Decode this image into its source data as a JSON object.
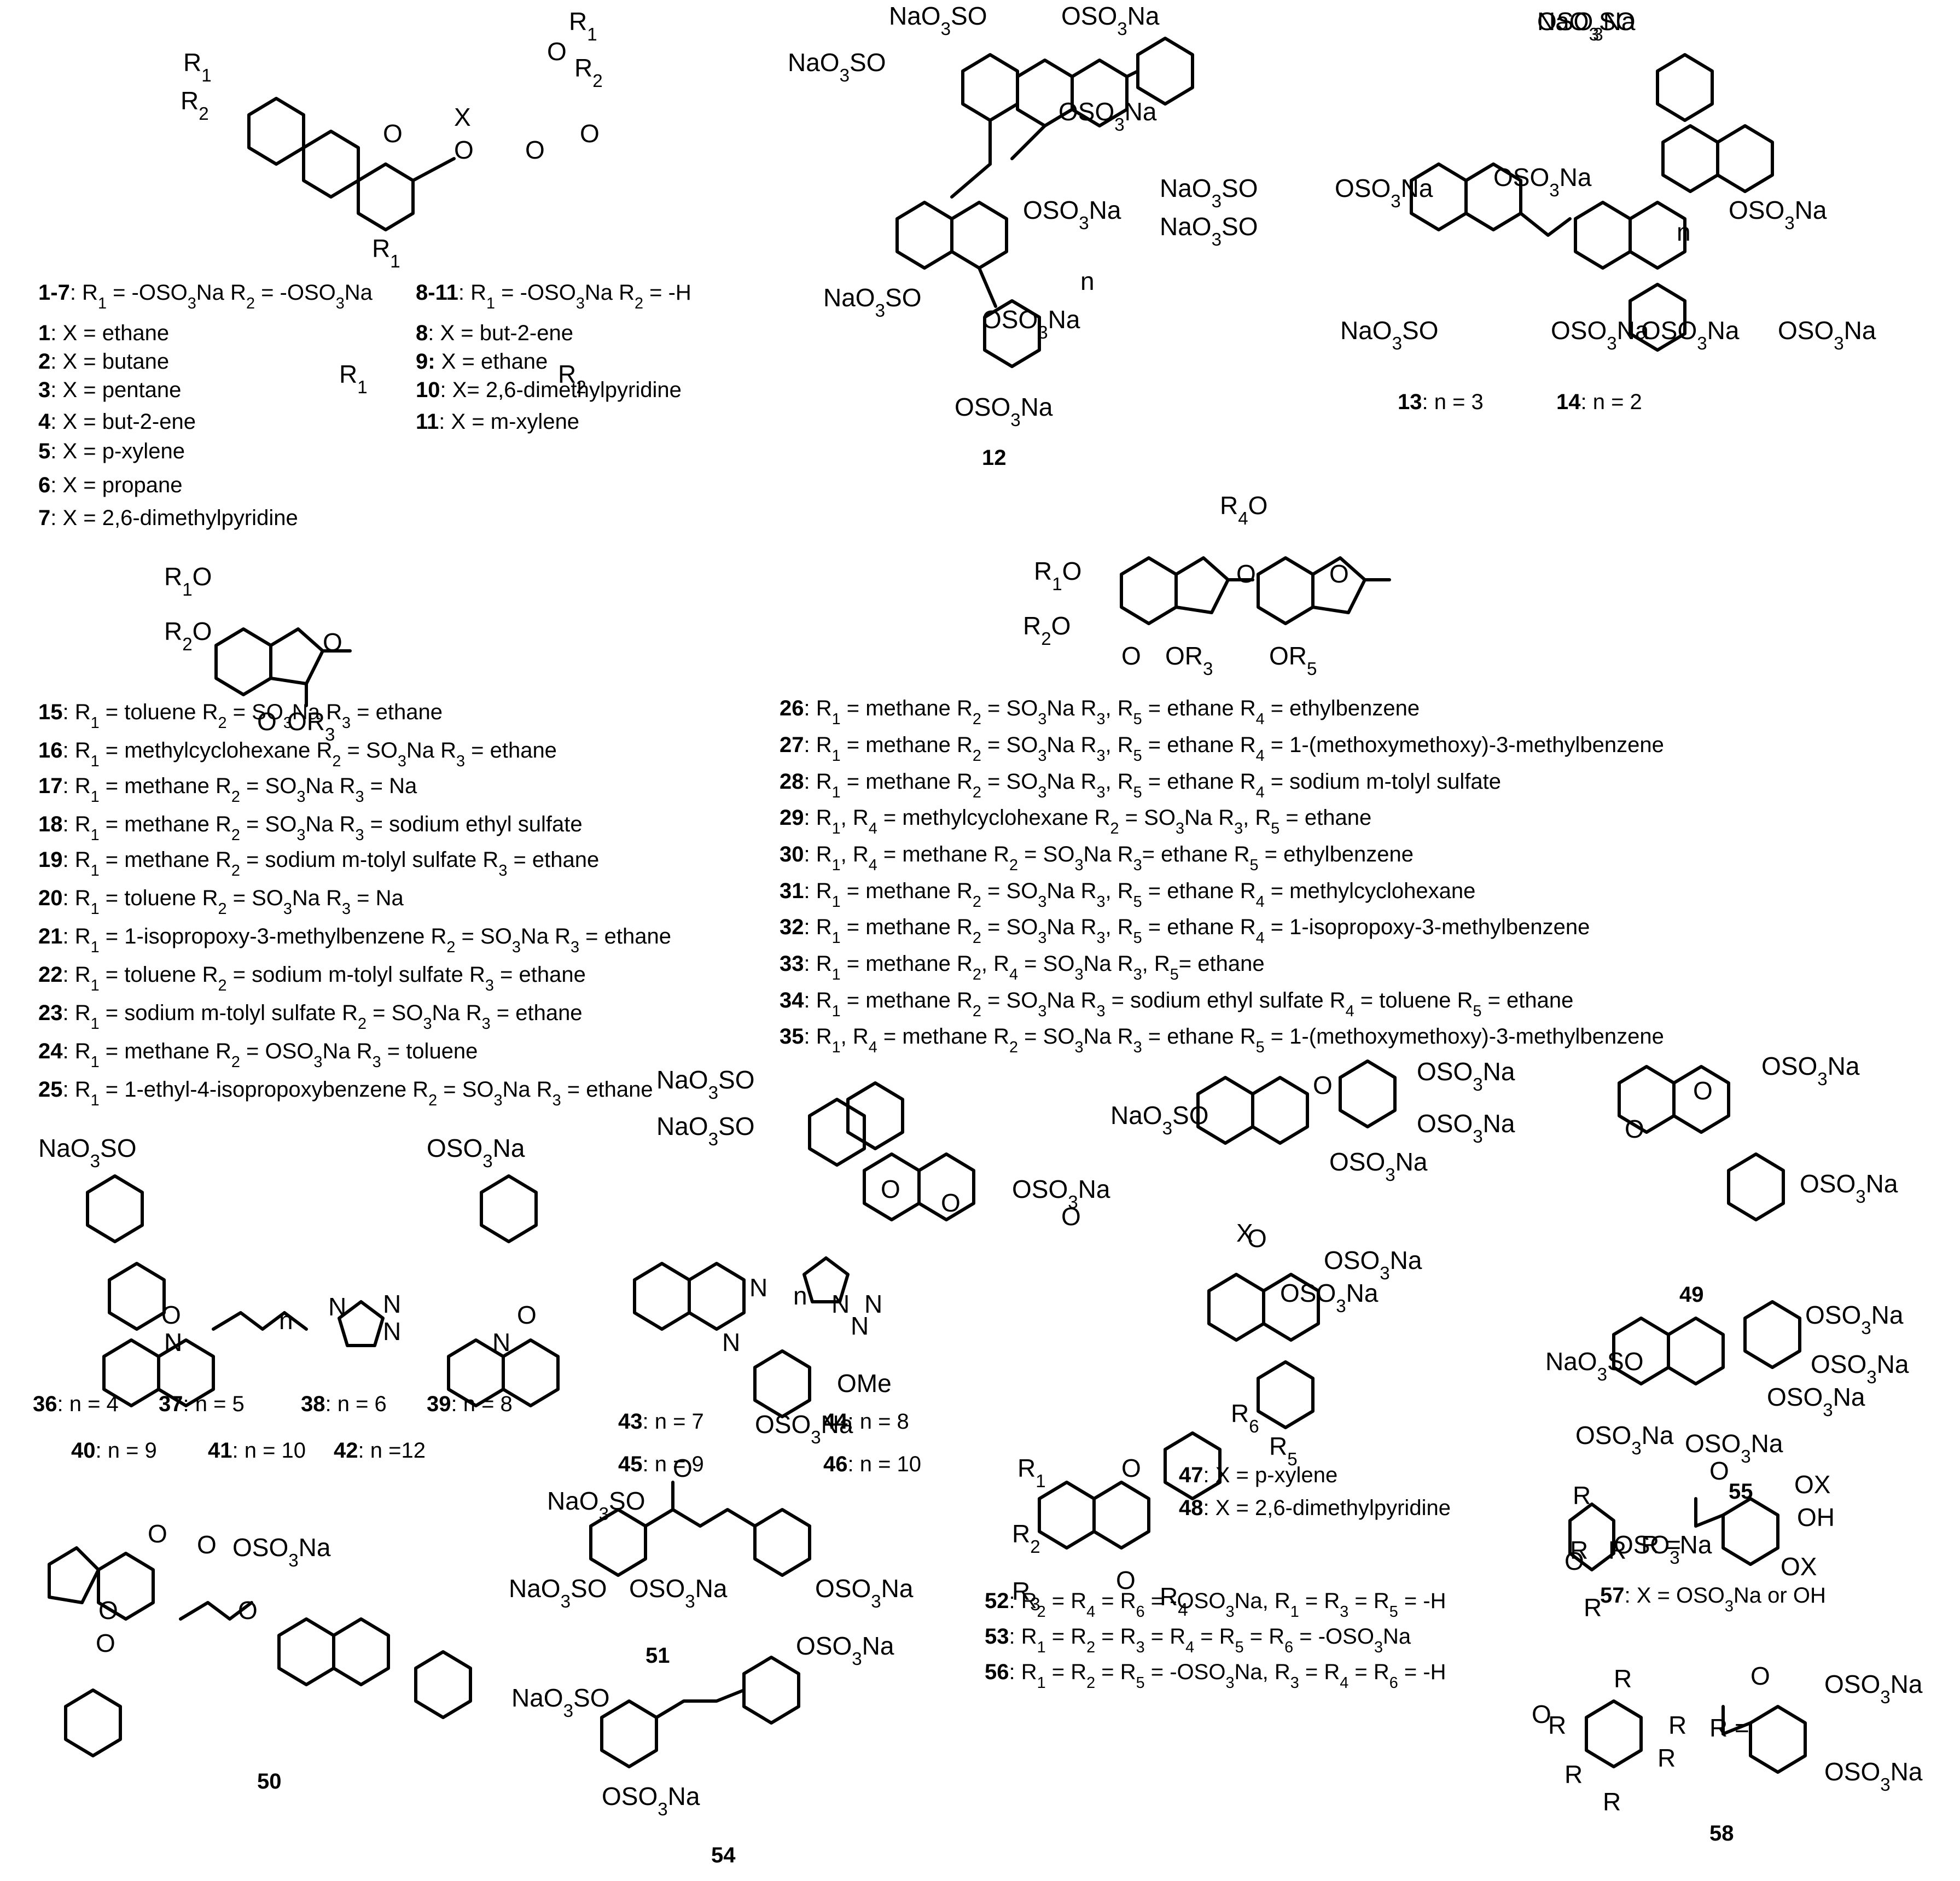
{
  "figure": {
    "caps_a": [
      {
        "num": "1-7",
        "rest": ": R1 = -OSO3Na R2 = -OSO3Na"
      },
      {
        "num": "1",
        "rest": ": X = ethane"
      },
      {
        "num": "2",
        "rest": ": X = butane"
      },
      {
        "num": "3",
        "rest": ": X = pentane"
      },
      {
        "num": "4",
        "rest": ": X = but-2-ene"
      },
      {
        "num": "5",
        "rest": ": X = p-xylene"
      },
      {
        "num": "6",
        "rest": ": X = propane"
      },
      {
        "num": "7",
        "rest": ": X = 2,6-dimethylpyridine"
      },
      {
        "num": "8-11",
        "rest": ": R1 = -OSO3Na R2 = -H"
      },
      {
        "num": "8",
        "rest": ": X = but-2-ene"
      },
      {
        "num": "9:",
        "rest": " X = ethane"
      },
      {
        "num": "10",
        "rest": ": X= 2,6-dimethylpyridine"
      },
      {
        "num": "11",
        "rest": ": X = m-xylene"
      },
      {
        "num": "12",
        "rest": ""
      },
      {
        "num": "13",
        "rest": ": n = 3"
      },
      {
        "num": "14",
        "rest": ": n = 2"
      }
    ],
    "caps_b": [
      {
        "num": "15",
        "rest": ": R1 = toluene  R2 = SO3Na  R3 = ethane"
      },
      {
        "num": "16",
        "rest": ": R1 = methylcyclohexane  R2 = SO3Na  R3 = ethane"
      },
      {
        "num": "17",
        "rest": ": R1 = methane  R2 = SO3Na  R3 = Na"
      },
      {
        "num": "18",
        "rest": ": R1 = methane  R2 = SO3Na  R3 = sodium ethyl sulfate"
      },
      {
        "num": "19",
        "rest": ": R1 = methane  R2 = sodium m-tolyl sulfate  R3 = ethane"
      },
      {
        "num": "20",
        "rest": ": R1 = toluene  R2 = SO3Na  R3 = Na"
      },
      {
        "num": "21",
        "rest": ": R1 = 1-isopropoxy-3-methylbenzene  R2 = SO3Na  R3 = ethane"
      },
      {
        "num": "22",
        "rest": ": R1 = toluene  R2 = sodium m-tolyl sulfate  R3 = ethane"
      },
      {
        "num": "23",
        "rest": ": R1 = sodium m-tolyl sulfate  R2 = SO3Na  R3 = ethane"
      },
      {
        "num": "24",
        "rest": ": R1 = methane  R2 = OSO3Na  R3 = toluene"
      },
      {
        "num": "25",
        "rest": ": R1 = 1-ethyl-4-isopropoxybenzene  R2 = SO3Na  R3 = ethane"
      }
    ],
    "caps_c": [
      {
        "num": "26",
        "rest": ": R1 = methane  R2 = SO3Na  R3, R5 = ethane  R4 = ethylbenzene"
      },
      {
        "num": "27",
        "rest": ": R1 = methane  R2 = SO3Na  R3, R5 = ethane  R4 = 1-(methoxymethoxy)-3-methylbenzene"
      },
      {
        "num": "28",
        "rest": ": R1 = methane  R2 = SO3Na  R3, R5 = ethane  R4 = sodium m-tolyl sulfate"
      },
      {
        "num": "29",
        "rest": ": R1, R4 = methylcyclohexane  R2 = SO3Na  R3, R5 = ethane"
      },
      {
        "num": "30",
        "rest": ": R1, R4 = methane  R2 = SO3Na  R3= ethane  R5 = ethylbenzene"
      },
      {
        "num": "31",
        "rest": ": R1 = methane  R2 = SO3Na  R3, R5 = ethane  R4 = methylcyclohexane"
      },
      {
        "num": "32",
        "rest": ": R1 = methane  R2 = SO3Na  R3, R5 = ethane  R4 = 1-isopropoxy-3-methylbenzene"
      },
      {
        "num": "33",
        "rest": ": R1 = methane  R2, R4 = SO3Na  R3, R5= ethane"
      },
      {
        "num": "34",
        "rest": ": R1 = methane  R2 = SO3Na  R3 = sodium ethyl sulfate  R4 = toluene  R5 = ethane"
      },
      {
        "num": "35",
        "rest": ": R1, R4 = methane  R2 = SO3Na  R3 = ethane  R5 = 1-(methoxymethoxy)-3-methylbenzene"
      }
    ],
    "caps_d": [
      {
        "num": "36",
        "rest": ": n = 4"
      },
      {
        "num": "37",
        "rest": ": n = 5"
      },
      {
        "num": "38",
        "rest": ": n = 6"
      },
      {
        "num": "39",
        "rest": ": n = 8"
      },
      {
        "num": "40",
        "rest": ": n = 9"
      },
      {
        "num": "41",
        "rest": ": n = 10"
      },
      {
        "num": "42",
        "rest": ": n =12"
      },
      {
        "num": "43",
        "rest": ": n = 7"
      },
      {
        "num": "44",
        "rest": ": n = 8"
      },
      {
        "num": "45",
        "rest": ": n = 9"
      },
      {
        "num": "46",
        "rest": ": n = 10"
      },
      {
        "num": "47",
        "rest": ": X = p-xylene"
      },
      {
        "num": "48",
        "rest": ": X = 2,6-dimethylpyridine"
      },
      {
        "num": "49",
        "rest": ""
      },
      {
        "num": "55",
        "rest": ""
      },
      {
        "num": "50",
        "rest": ""
      },
      {
        "num": "51",
        "rest": ""
      },
      {
        "num": "54",
        "rest": ""
      },
      {
        "num": "52",
        "rest": ": R2 = R4 = R6 = -OSO3Na, R1 = R3 = R5 = -H"
      },
      {
        "num": "53",
        "rest": ": R1 = R2 = R3 = R4 = R5 = R6 = -OSO3Na"
      },
      {
        "num": "56",
        "rest": ": R1 = R2 = R5 = -OSO3Na, R3 = R4 = R6 = -H"
      },
      {
        "num": "57",
        "rest": ": X = OSO3Na or OH"
      },
      {
        "num": "58",
        "rest": ""
      }
    ],
    "atom_labels": [
      "R1",
      "R2",
      "R1",
      "R2",
      "X",
      "O",
      "O",
      "O",
      "O",
      "O",
      "R1",
      "R2",
      "R1",
      "NaO3SO",
      "OSO3Na",
      "NaO3SO",
      "OSO3Na",
      "OSO3Na",
      "NaO3SO",
      "OSO3Na",
      "OSO3Na",
      "NaO3SO",
      "OSO3Na",
      "NaO3SO",
      "NaO3SO",
      "OSO3Na",
      "OSO3Na",
      "NaO3SO",
      "OSO3Na",
      "OSO3Na",
      "OSO3Na",
      "OSO3Na",
      "n",
      "n",
      "R1O",
      "R2O",
      "O",
      "O",
      "OR3",
      "R4O",
      "R1O",
      "R2O",
      "O",
      "O",
      "O",
      "OR3",
      "OR5",
      "NaO3SO",
      "OSO3Na",
      "N",
      "N",
      "N",
      "N",
      "N",
      "N",
      "O",
      "O",
      "n",
      "NaO3SO",
      "NaO3SO",
      "O",
      "N",
      "N",
      "N",
      "N",
      "N",
      "OMe",
      "OSO3Na",
      "O",
      "OSO3Na",
      "O",
      "n",
      "NaO3SO",
      "OSO3Na",
      "OSO3Na",
      "OSO3Na",
      "X",
      "OSO3Na",
      "OSO3Na",
      "O",
      "O",
      "OSO3Na",
      "OSO3Na",
      "O",
      "O",
      "OSO3Na",
      "NaO3SO",
      "OSO3Na",
      "OSO3Na",
      "OSO3Na",
      "OSO3Na",
      "O",
      "O",
      "O",
      "O",
      "O",
      "OSO3Na",
      "OSO3Na",
      "O",
      "NaO3SO",
      "O",
      "NaO3SO",
      "OSO3Na",
      "OSO3Na",
      "OSO3Na",
      "NaO3SO",
      "OSO3Na",
      "R1",
      "R2",
      "R3",
      "R4",
      "R5",
      "R6",
      "O",
      "O",
      "R",
      "R",
      "O",
      "R",
      "R",
      "R =",
      "OX",
      "OH",
      "OX",
      "O",
      "R",
      "R",
      "R",
      "R",
      "R",
      "R",
      "R =",
      "OSO3Na",
      "OSO3Na",
      "O"
    ]
  }
}
